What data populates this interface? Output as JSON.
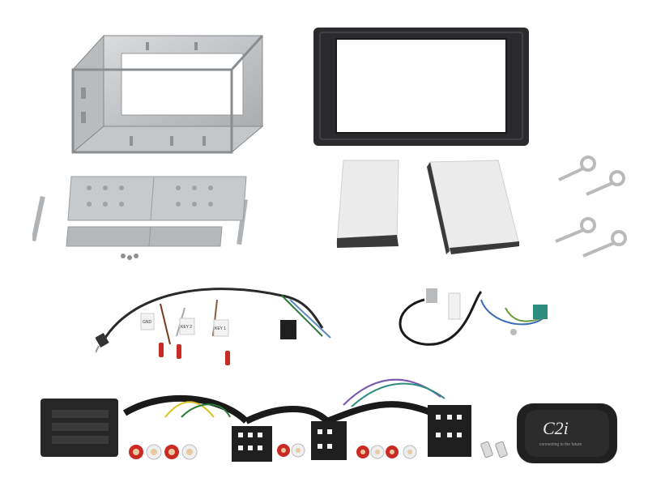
{
  "wiring_tags": {
    "key_2": "KEY 2",
    "key_1": "KEY 1",
    "gnd": "GND"
  },
  "interface_box": {
    "logo_text": "C2i",
    "tagline": "connecting to the future"
  },
  "colors": {
    "frame": "#2b2b2d",
    "metal": "#c9ccce",
    "foam": "#e9e9e9",
    "harness_wire": "#1a1a1a",
    "rca_red": "#c92b24",
    "rca_white": "#efefef",
    "antenna_plug": "#2e8c7e"
  }
}
